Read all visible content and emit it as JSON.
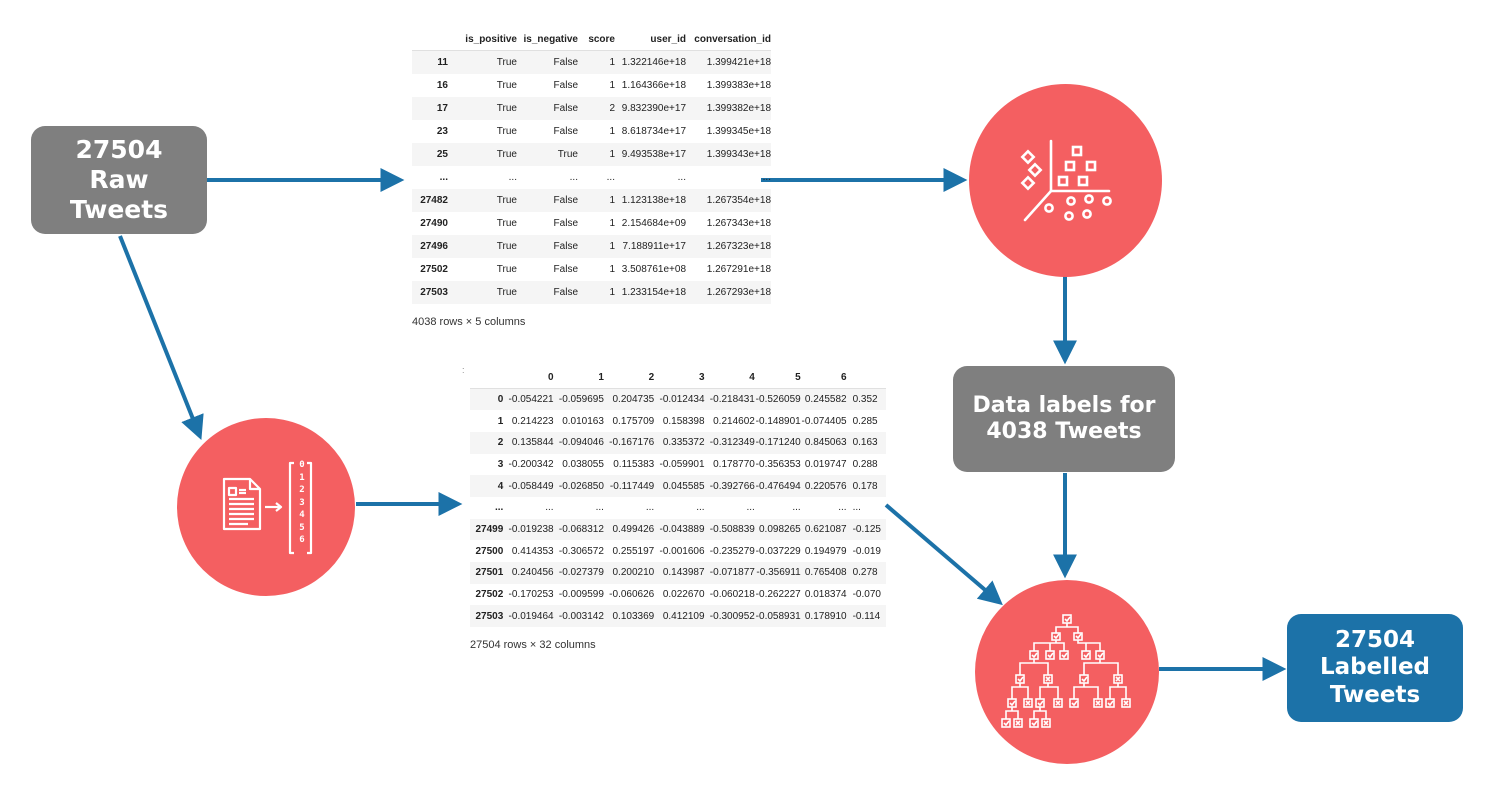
{
  "boxes": {
    "raw_tweets": "27504\nRaw\nTweets",
    "data_labels": "Data labels for\n4038 Tweets",
    "labelled_tweets": "27504\nLabelled\nTweets"
  },
  "top_table": {
    "columns": [
      "",
      "is_positive",
      "is_negative",
      "score",
      "user_id",
      "conversation_id"
    ],
    "rows": [
      [
        "11",
        "True",
        "False",
        "1",
        "1.322146e+18",
        "1.399421e+18"
      ],
      [
        "16",
        "True",
        "False",
        "1",
        "1.164366e+18",
        "1.399383e+18"
      ],
      [
        "17",
        "True",
        "False",
        "2",
        "9.832390e+17",
        "1.399382e+18"
      ],
      [
        "23",
        "True",
        "False",
        "1",
        "8.618734e+17",
        "1.399345e+18"
      ],
      [
        "25",
        "True",
        "True",
        "1",
        "9.493538e+17",
        "1.399343e+18"
      ],
      [
        "...",
        "...",
        "...",
        "...",
        "...",
        "..."
      ],
      [
        "27482",
        "True",
        "False",
        "1",
        "1.123138e+18",
        "1.267354e+18"
      ],
      [
        "27490",
        "True",
        "False",
        "1",
        "2.154684e+09",
        "1.267343e+18"
      ],
      [
        "27496",
        "True",
        "False",
        "1",
        "7.188911e+17",
        "1.267323e+18"
      ],
      [
        "27502",
        "True",
        "False",
        "1",
        "3.508761e+08",
        "1.267291e+18"
      ],
      [
        "27503",
        "True",
        "False",
        "1",
        "1.233154e+18",
        "1.267293e+18"
      ]
    ],
    "caption": "4038 rows × 5 columns"
  },
  "bottom_table": {
    "marker": ":",
    "columns": [
      "",
      "0",
      "1",
      "2",
      "3",
      "4",
      "5",
      "6",
      ""
    ],
    "rows": [
      [
        "0",
        "-0.054221",
        "-0.059695",
        "0.204735",
        "-0.012434",
        "-0.218431",
        "-0.526059",
        "0.245582",
        "0.352"
      ],
      [
        "1",
        "0.214223",
        "0.010163",
        "0.175709",
        "0.158398",
        "0.214602",
        "-0.148901",
        "-0.074405",
        "0.285"
      ],
      [
        "2",
        "0.135844",
        "-0.094046",
        "-0.167176",
        "0.335372",
        "-0.312349",
        "-0.171240",
        "0.845063",
        "0.163"
      ],
      [
        "3",
        "-0.200342",
        "0.038055",
        "0.115383",
        "-0.059901",
        "0.178770",
        "-0.356353",
        "0.019747",
        "0.288"
      ],
      [
        "4",
        "-0.058449",
        "-0.026850",
        "-0.117449",
        "0.045585",
        "-0.392766",
        "-0.476494",
        "0.220576",
        "0.178"
      ],
      [
        "...",
        "...",
        "...",
        "...",
        "...",
        "...",
        "...",
        "...",
        "..."
      ],
      [
        "27499",
        "-0.019238",
        "-0.068312",
        "0.499426",
        "-0.043889",
        "-0.508839",
        "0.098265",
        "0.621087",
        "-0.125"
      ],
      [
        "27500",
        "0.414353",
        "-0.306572",
        "0.255197",
        "-0.001606",
        "-0.235279",
        "-0.037229",
        "0.194979",
        "-0.019"
      ],
      [
        "27501",
        "0.240456",
        "-0.027379",
        "0.200210",
        "0.143987",
        "-0.071877",
        "-0.356911",
        "0.765408",
        "0.278"
      ],
      [
        "27502",
        "-0.170253",
        "-0.009599",
        "-0.060626",
        "0.022670",
        "-0.060218",
        "-0.262227",
        "0.018374",
        "-0.070"
      ],
      [
        "27503",
        "-0.019464",
        "-0.003142",
        "0.103369",
        "0.412109",
        "-0.300952",
        "-0.058931",
        "0.178910",
        "-0.114"
      ]
    ],
    "caption": "27504 rows × 32 columns"
  },
  "vector_digits": [
    "0",
    "1",
    "2",
    "3",
    "4",
    "5",
    "6"
  ],
  "colors": {
    "arrow": "#1c72a8",
    "circle": "#f45f61",
    "gray_box": "#7f7f7f",
    "blue_box": "#1c72a8"
  },
  "icons": {
    "circle_top": "clustering-scatter-icon",
    "circle_left": "document-to-vector-icon",
    "circle_bottom": "decision-tree-icon"
  }
}
